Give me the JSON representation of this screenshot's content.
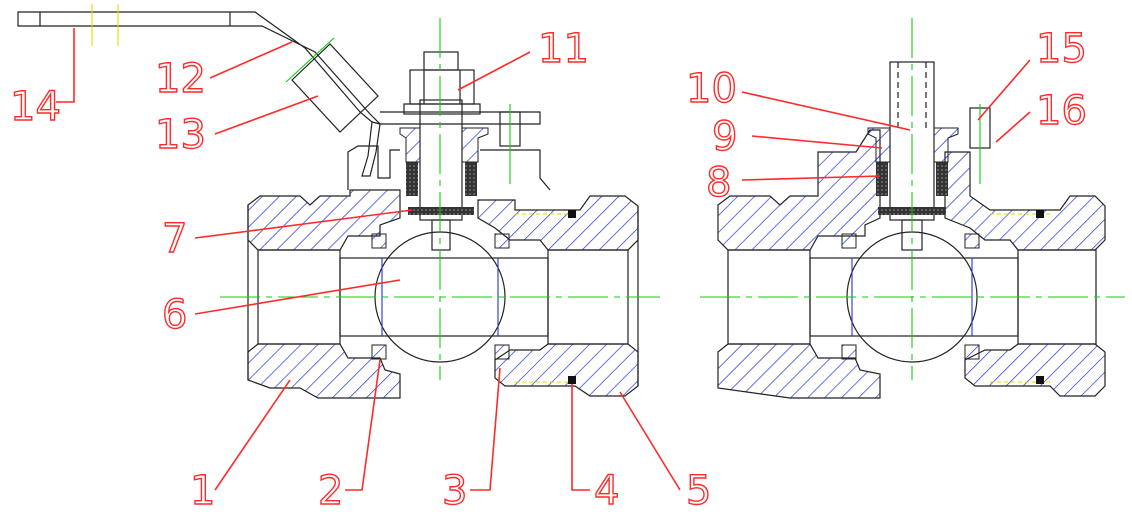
{
  "labels": {
    "l1": "1",
    "l2": "2",
    "l3": "3",
    "l4": "4",
    "l5": "5",
    "l6": "6",
    "l7": "7",
    "l8": "8",
    "l9": "9",
    "l10": "10",
    "l11": "11",
    "l12": "12",
    "l13": "13",
    "l14": "14",
    "l15": "15",
    "l16": "16"
  },
  "colors": {
    "outline": "#222222",
    "hatch": "#2233dd",
    "centerline": "#11cc11",
    "label": "#ff2a2a",
    "thread": "#e6d800"
  }
}
